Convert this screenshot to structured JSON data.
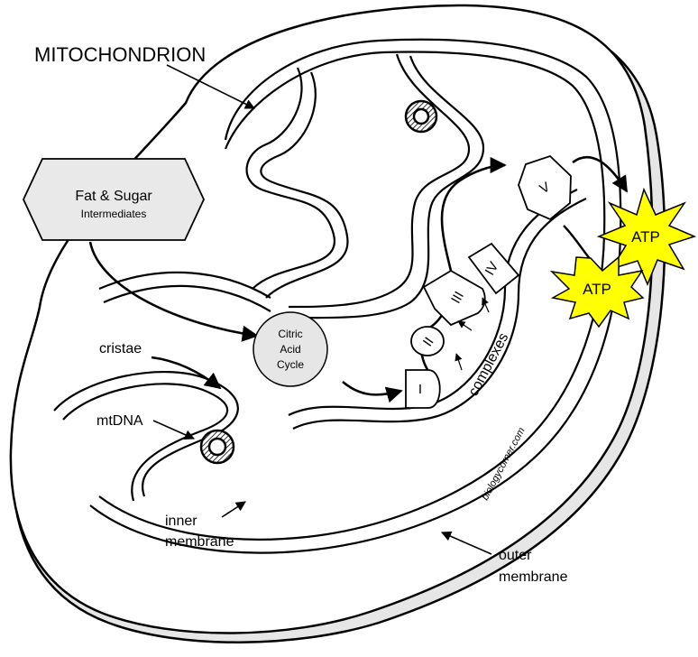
{
  "title": "MITOCHONDRION",
  "input_box": {
    "line1": "Fat & Sugar",
    "line2": "Intermediates"
  },
  "cycle": {
    "line1": "Citric",
    "line2": "Acid",
    "line3": "Cycle"
  },
  "complexes": {
    "c1": "I",
    "c2": "II",
    "c3": "III",
    "c4": "IV",
    "c5": "V"
  },
  "complexes_label": "complexes",
  "atp_label": "ATP",
  "labels": {
    "cristae": "cristae",
    "mtdna": "mtDNA",
    "inner_line1": "inner",
    "inner_line2": "membrane",
    "outer_line1": "outer",
    "outer_line2": "membrane"
  },
  "credit": "biologycorner.com",
  "colors": {
    "stroke": "#000000",
    "membrane_shadow": "#e6e6e6",
    "input_fill": "#e9e9e9",
    "cycle_fill": "#e6e6e6",
    "atp_fill": "#ffff00"
  }
}
